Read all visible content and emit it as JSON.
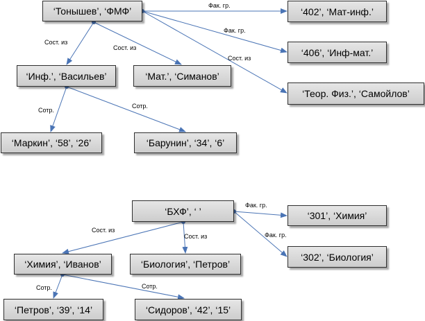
{
  "colors": {
    "edge": "#4a74b5",
    "node_fill": "#d9d9d9",
    "node_border": "#2e2e2e"
  },
  "tree1": {
    "nodes": {
      "root": "‘Тонышев’, ‘ФМФ’",
      "dept_402": "‘402’, ‘Мат-инф.’",
      "dept_406": "‘406’, ‘Инф-мат.’",
      "dept_teor": "‘Теор. Физ.’, ‘Самойлов’",
      "inf": "‘Инф.’, ‘Васильев’",
      "mat": "‘Мат.’, ‘Симанов’",
      "markin": "‘Маркин’, ‘58’, ‘26’",
      "barunin": "‘Барунин’, ‘34’, ‘6’"
    },
    "edge_labels": {
      "root_402": "Фак. гр.",
      "root_406": "Фак. гр.",
      "root_teor": "Сост. из",
      "root_inf": "Сост. из",
      "root_mat": "Сост. из",
      "inf_markin": "Сотр.",
      "inf_barunin": "Сотр."
    }
  },
  "tree2": {
    "nodes": {
      "root": "‘БХФ’, ‘ ’",
      "dept_301": "‘301’, ‘Химия’",
      "dept_302": "‘302’, ‘Биология’",
      "chem": "‘Химия’, ‘Иванов’",
      "bio": "‘Биология’, ‘Петров’",
      "petrov": "‘Петров’, ‘39’, ‘14’",
      "sidorov": "‘Сидоров’, ‘42’, ‘15’"
    },
    "edge_labels": {
      "root_301": "Фак. гр.",
      "root_302": "Фак. гр.",
      "root_chem": "Сост. из",
      "root_bio": "Сост. из",
      "chem_petrov": "Сотр.",
      "chem_sidorov": "Сотр."
    }
  }
}
